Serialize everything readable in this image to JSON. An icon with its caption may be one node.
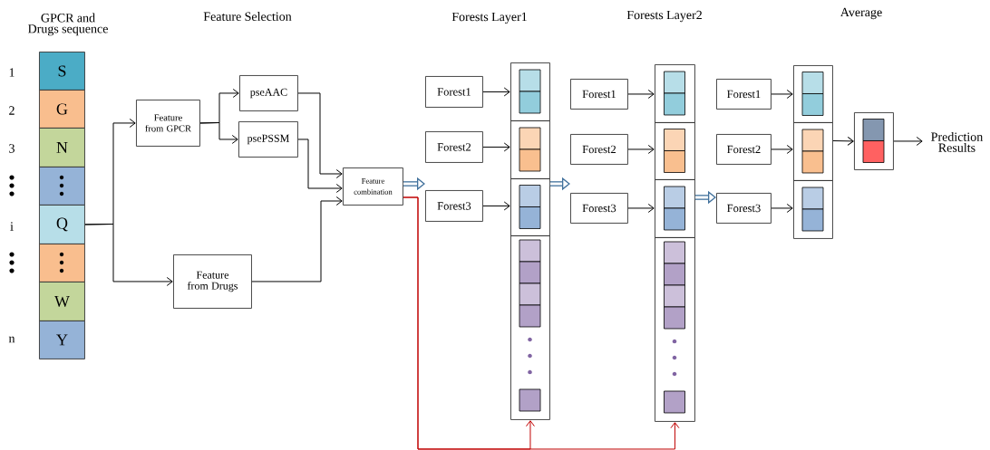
{
  "diagram": {
    "nodes": [
      {
        "text": [
          "S"
        ]
      },
      {
        "text": [
          "G"
        ]
      },
      {
        "text": [
          "N"
        ]
      },
      {
        "text": [],
        "shape": "box"
      },
      {
        "text": [
          "Q"
        ]
      },
      {
        "text": [],
        "shape": "box"
      },
      {
        "text": [
          "W"
        ]
      },
      {
        "text": [
          "Y"
        ]
      },
      {
        "text": [
          "Feature from GPCR"
        ]
      },
      {
        "text": [
          "pseAAC"
        ]
      },
      {
        "text": [
          "psePSSM"
        ]
      },
      {
        "text": [
          "Feature from Drugs"
        ]
      },
      {
        "text": [
          "Feature combination"
        ]
      },
      {
        "text": [
          "Forest1"
        ]
      },
      {
        "text": [
          "Forest2"
        ]
      },
      {
        "text": [
          "Forest3"
        ]
      },
      {
        "text": [],
        "shape": "box"
      },
      {
        "text": [],
        "shape": "box"
      },
      {
        "text": [],
        "shape": "box"
      },
      {
        "text": [],
        "shape": "box"
      },
      {
        "text": [
          "Forest1"
        ]
      },
      {
        "text": [
          "Forest2"
        ]
      },
      {
        "text": [
          "Forest3"
        ]
      },
      {
        "text": [],
        "shape": "box"
      },
      {
        "text": [],
        "shape": "box"
      },
      {
        "text": [],
        "shape": "box"
      },
      {
        "text": [],
        "shape": "box"
      },
      {
        "text": [
          "Forest1"
        ]
      },
      {
        "text": [
          "Forest2"
        ]
      },
      {
        "text": [
          "Forest3"
        ]
      },
      {
        "text": [],
        "shape": "box"
      },
      {
        "text": [],
        "shape": "box"
      },
      {
        "text": [],
        "shape": "box"
      },
      {
        "text": [],
        "shape": "box"
      },
      {
        "text": [
          "Prediction Results"
        ]
      }
    ],
    "edges": [
      {
        "from": 4,
        "to": 8,
        "arrow": "to"
      },
      {
        "from": 4,
        "to": 11,
        "arrow": "to"
      },
      {
        "from": 8,
        "to": 9,
        "arrow": "to"
      },
      {
        "from": 8,
        "to": 10,
        "arrow": "to"
      },
      {
        "from": 9,
        "to": 12,
        "arrow": "to"
      },
      {
        "from": 10,
        "to": 12,
        "arrow": "to"
      },
      {
        "from": 11,
        "to": 12,
        "arrow": "to"
      },
      {
        "from": 12,
        "to": 15,
        "arrow": "to",
        "style": "thick",
        "color": "#41719c"
      },
      {
        "from": 13,
        "to": 16,
        "arrow": "to"
      },
      {
        "from": 14,
        "to": 17,
        "arrow": "to"
      },
      {
        "from": 15,
        "to": 18,
        "arrow": "to"
      },
      {
        "from": 18,
        "to": 22,
        "arrow": "to",
        "style": "thick",
        "color": "#41719c"
      },
      {
        "from": 20,
        "to": 23,
        "arrow": "to"
      },
      {
        "from": 21,
        "to": 24,
        "arrow": "to"
      },
      {
        "from": 22,
        "to": 25,
        "arrow": "to"
      },
      {
        "from": 25,
        "to": 29,
        "arrow": "to",
        "style": "thick",
        "color": "#41719c"
      },
      {
        "from": 27,
        "to": 30,
        "arrow": "to"
      },
      {
        "from": 28,
        "to": 31,
        "arrow": "to"
      },
      {
        "from": 29,
        "to": 32,
        "arrow": "to"
      },
      {
        "from": 31,
        "to": 33,
        "arrow": "to"
      },
      {
        "from": 33,
        "to": 34,
        "arrow": "to"
      },
      {
        "from": 12,
        "to": 19,
        "arrow": "to",
        "color": "#c00000"
      },
      {
        "from": 12,
        "to": 26,
        "arrow": "to",
        "color": "#c00000"
      }
    ],
    "labels": [
      "GPCR and Drugs sequence",
      "Feature Selection",
      "Forests Layer1",
      "Forests Layer2",
      "Average",
      "1",
      "2",
      "3",
      "i",
      "n"
    ]
  }
}
